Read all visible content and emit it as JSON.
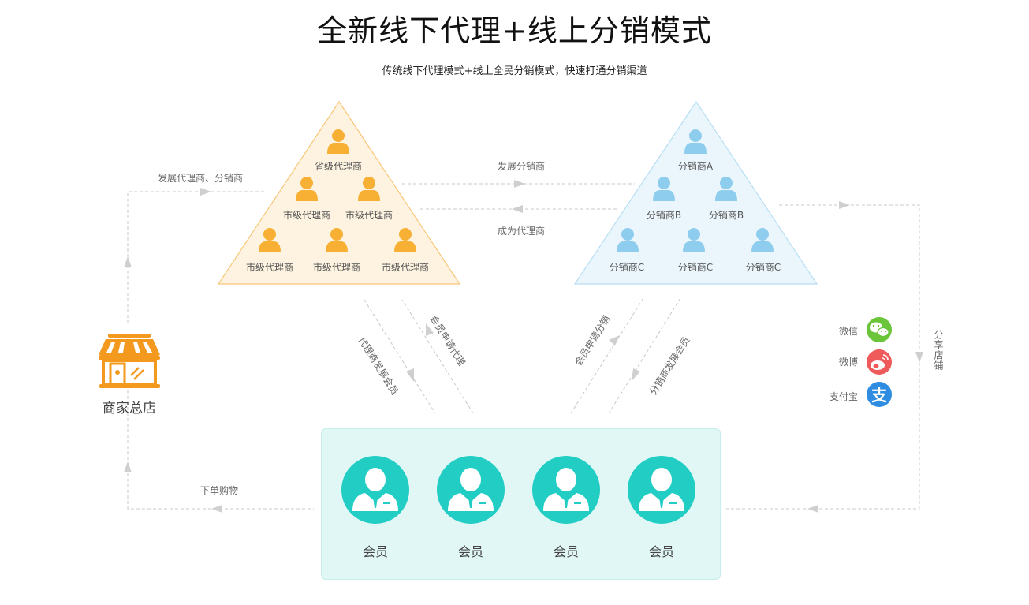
{
  "header": {
    "title": "全新线下代理+线上分销模式",
    "subtitle": "传统线下代理模式+线上全民分销模式，快速打通分销渠道"
  },
  "agent_pyramid": {
    "top": "省级代理商",
    "row2": [
      "市级代理商",
      "市级代理商"
    ],
    "row3": [
      "市级代理商",
      "市级代理商",
      "市级代理商"
    ],
    "color": "#f7b034",
    "fill": "#fdf3e0"
  },
  "distributor_pyramid": {
    "top": "分销商A",
    "row2": [
      "分销商B",
      "分销商B"
    ],
    "row3": [
      "分销商C",
      "分销商C",
      "分销商C"
    ],
    "color": "#8fcdef",
    "fill": "#ebf6fc"
  },
  "flows": {
    "develop_distributor": "发展分销商",
    "become_agent": "成为代理商",
    "develop_agents": "发展代理商、分销商",
    "agent_develops_member": "代理商发展会员",
    "member_applies_agent": "会员申请代理",
    "member_applies_distribution": "会员申请分销",
    "distributor_develops_member": "分销商发展会员",
    "place_order": "下单购物",
    "share_store": "分享店铺"
  },
  "shop": {
    "label": "商家总店",
    "color": "#f39a1e"
  },
  "members": {
    "items": [
      "会员",
      "会员",
      "会员",
      "会员"
    ],
    "color": "#22cdc4"
  },
  "channels": [
    {
      "label": "微信",
      "icon": "wechat-icon",
      "color": "#6ac53a"
    },
    {
      "label": "微博",
      "icon": "weibo-icon",
      "color": "#ef5b5b"
    },
    {
      "label": "支付宝",
      "icon": "alipay-icon",
      "color": "#2e8de0"
    }
  ]
}
